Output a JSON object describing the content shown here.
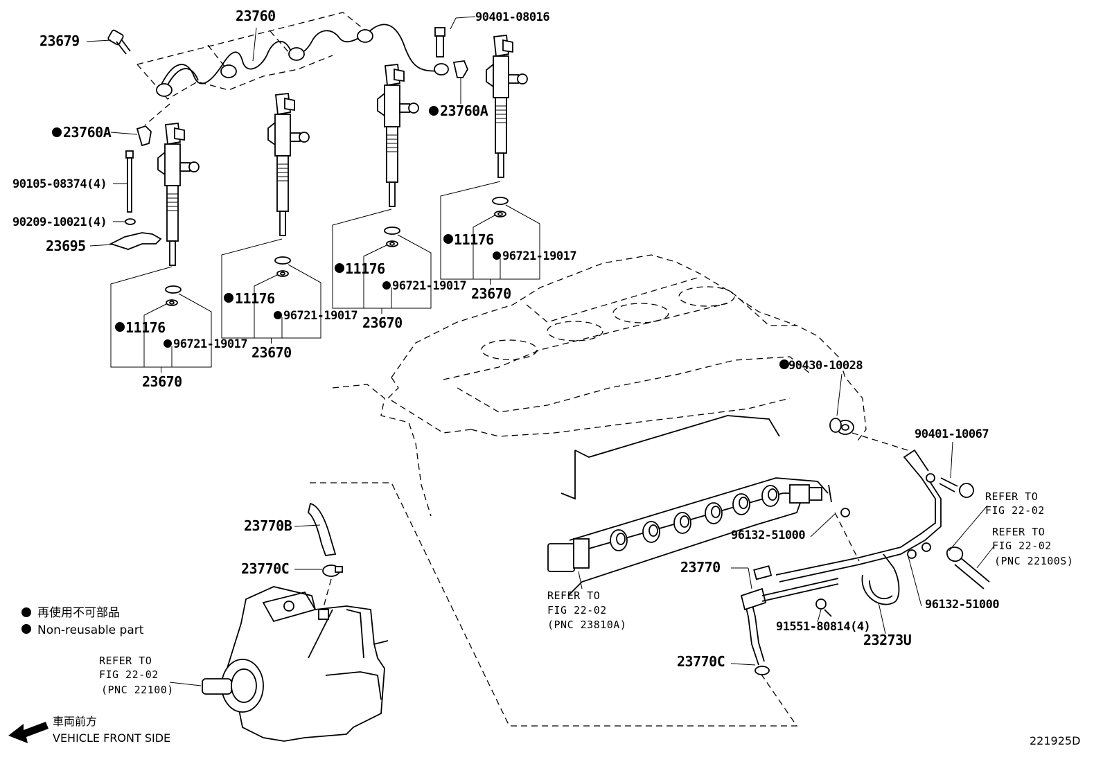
{
  "labels": {
    "top_line": "23760",
    "bolt_top_left": "23679",
    "clamp_left": "23760A",
    "clamp_right": "23760A",
    "bolt_top": "90401-08016",
    "bolt_long": "90105-08374(4)",
    "washer": "90209-10021(4)",
    "clamp_plate": "23695",
    "inj1_oring": "11176",
    "inj1_seal": "96721-19017",
    "inj1_assy": "23670",
    "inj2_oring": "11176",
    "inj2_seal": "96721-19017",
    "inj2_assy": "23670",
    "inj3_oring": "11176",
    "inj3_seal": "96721-19017",
    "inj3_assy": "23670",
    "inj4_oring": "11176",
    "inj4_seal": "96721-19017",
    "inj4_assy": "23670",
    "gasket_head": "90430-10028",
    "bolt_right": "90401-10067",
    "refer_right1": [
      "REFER TO",
      "FIG 22-02"
    ],
    "refer_right2": [
      "REFER TO",
      "FIG 22-02",
      "(PNC 22100S)"
    ],
    "clip_mid": "96132-51000",
    "clip_right": "96132-51000",
    "pipe_lower": "23770",
    "bolt_lower": "91551-80814(4)",
    "hose_lower": "23273U",
    "clamp_lower": "23770C",
    "refer_rail": [
      "REFER TO",
      "FIG 22-02",
      "(PNC 23810A)"
    ],
    "hose_pump": "23770B",
    "clamp_pump": "23770C",
    "refer_pump": [
      "REFER TO",
      "FIG 22-02",
      "(PNC 22100)"
    ]
  },
  "legend": {
    "jp": "再使用不可部品",
    "en": "Non-reusable part",
    "marker_colour": "#000000"
  },
  "direction": {
    "jp": "車両前方",
    "en": "VEHICLE FRONT SIDE"
  },
  "figure_code": "221925D",
  "non_reusable_marked": [
    "23760A",
    "11176",
    "96721-19017",
    "90430-10028"
  ]
}
